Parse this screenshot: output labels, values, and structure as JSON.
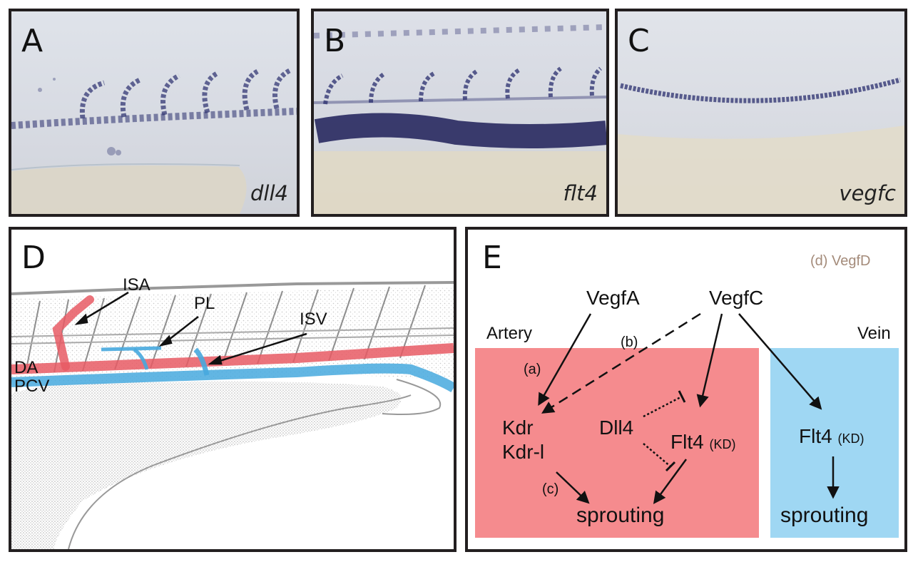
{
  "panels": {
    "a": {
      "letter": "A",
      "gene": "dll4"
    },
    "b": {
      "letter": "B",
      "gene": "flt4"
    },
    "c": {
      "letter": "C",
      "gene": "vegfc"
    },
    "d": {
      "letter": "D",
      "labels": {
        "isa": "ISA",
        "pl": "PL",
        "isv": "ISV",
        "da": "DA",
        "pcv": "PCV"
      }
    },
    "e": {
      "letter": "E",
      "legend": "(d) VegfD",
      "regions": {
        "artery": "Artery",
        "vein": "Vein"
      },
      "nodes": {
        "vegfa": "VegfA",
        "vegfc": "VegfC",
        "kdr": "Kdr",
        "kdr_l": "Kdr-l",
        "dll4": "Dll4",
        "flt4_artery": "Flt4",
        "flt4_vein": "Flt4",
        "kd_artery": "(KD)",
        "kd_vein": "(KD)",
        "sprouting_artery": "sprouting",
        "sprouting_vein": "sprouting"
      },
      "edge_labels": {
        "a": "(a)",
        "b": "(b)",
        "c": "(c)"
      }
    }
  },
  "colors": {
    "artery": "#f58b8e",
    "vein": "#9fd7f3",
    "artery_vessel": "#e85a64",
    "vein_vessel": "#47a9de",
    "stain": "#2a2e6e",
    "legend_text": "#a48b7a"
  }
}
